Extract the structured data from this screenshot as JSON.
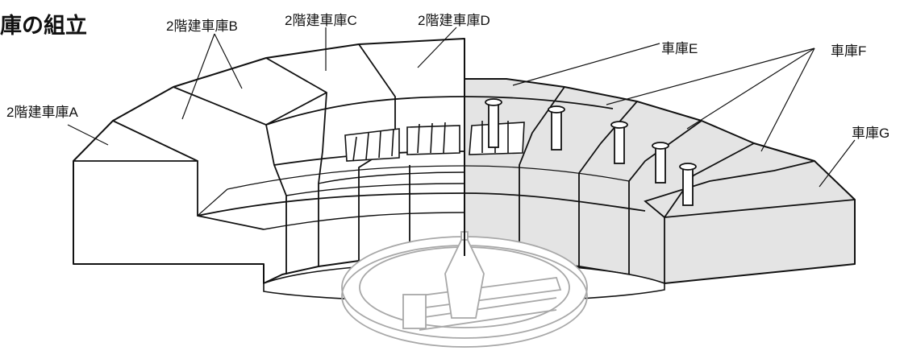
{
  "title": "庫の組立",
  "labels": {
    "garage_a": "2階建車庫A",
    "garage_b": "2階建車庫B",
    "garage_c": "2階建車庫C",
    "garage_d": "2階建車庫D",
    "garage_e": "車庫E",
    "garage_f": "車庫F",
    "garage_g": "車庫G"
  },
  "colors": {
    "outline": "#111111",
    "shaded_fill": "#e4e4e4",
    "turntable_stroke": "#a8a8a8"
  }
}
